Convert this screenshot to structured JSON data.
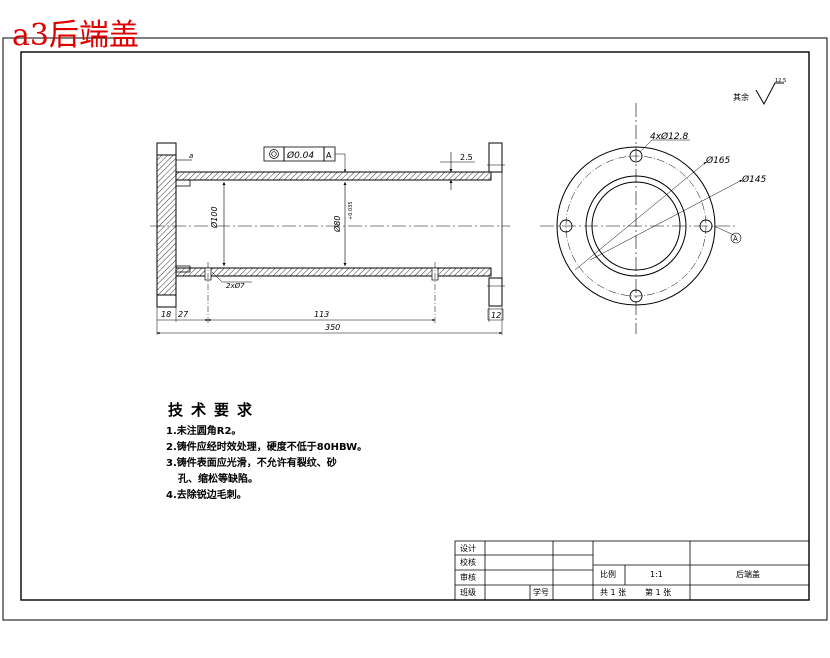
{
  "sheet_title": "a3后端盖",
  "surface_note": {
    "label": "其余",
    "value": "12.5"
  },
  "side_view": {
    "datum_label": "A",
    "tolerance_frame": {
      "symbol": "◎",
      "value": "Ø0.04",
      "datum": "A"
    },
    "dims": {
      "inner_dia": "Ø100",
      "bore": "Ø80",
      "bore_tol": "+0.035",
      "wall": "2.5",
      "holes": "2xØ7",
      "d18": "18",
      "d27": "27",
      "d113": "113",
      "d350": "350",
      "d12": "12",
      "roughness": "a"
    }
  },
  "front_view": {
    "holes_label": "4xØ12.8",
    "pcd_label": "Ø165",
    "outer_label": "Ø145",
    "datum_label": "A"
  },
  "tech_requirements": {
    "title": "技术要求",
    "lines": [
      "1.未注圆角R2。",
      "2.铸件应经时效处理，硬度不低于80HBW。",
      "3.铸件表面应光滑，不允许有裂纹、砂",
      "孔、缩松等缺陷。",
      "4.去除锐边毛刺。"
    ]
  },
  "title_block": {
    "design": "设计",
    "check": "校核",
    "review": "审核",
    "class_label": "班级",
    "student_id": "学号",
    "scale_label": "比例",
    "scale_value": "1:1",
    "part_name": "后端盖",
    "total_sheets": "共 1 张",
    "sheet_no": "第 1 张"
  }
}
